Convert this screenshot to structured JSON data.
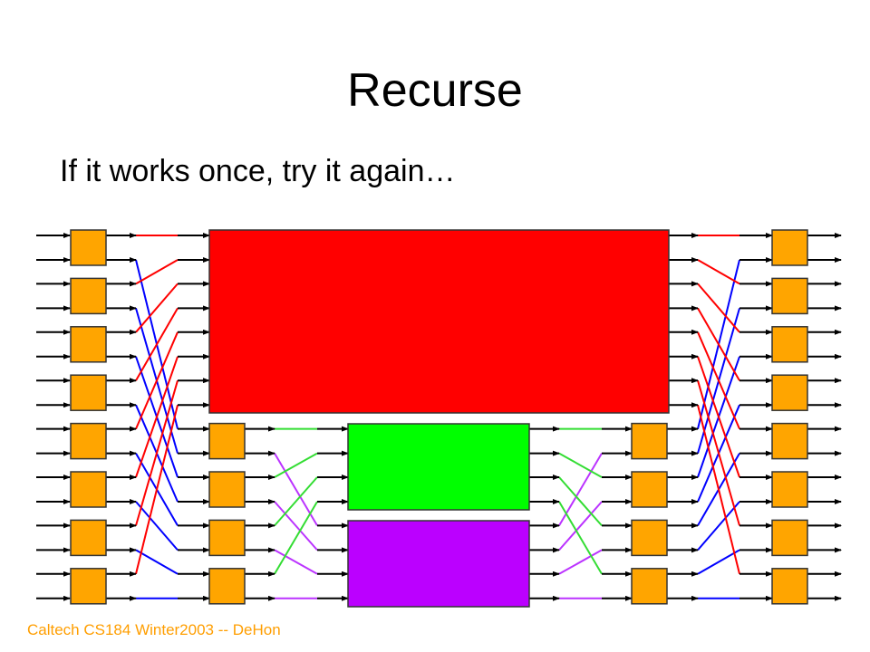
{
  "slide": {
    "title": "Recurse",
    "bullet": "If it works once, try it again…",
    "footer": "Caltech CS184 Winter2003 -- DeHon"
  },
  "diagram": {
    "type": "recursive butterfly / Benes switching network",
    "colors": {
      "switch": "#ffa500",
      "switch_border": "#333333",
      "top_subnetwork": "#ff0000",
      "mid_subnetwork_upper": "#00ff00",
      "mid_subnetwork_lower": "#bb00ff",
      "wire_to_upper": "#ff0000",
      "wire_to_lower": "#0000ff",
      "inner_wire_to_upper": "#33dd33",
      "inner_wire_to_lower": "#bb33ff",
      "stub": "#000000"
    },
    "inputs": 16,
    "outer_switches_per_side": 8,
    "inner_switches_per_side": 4
  }
}
